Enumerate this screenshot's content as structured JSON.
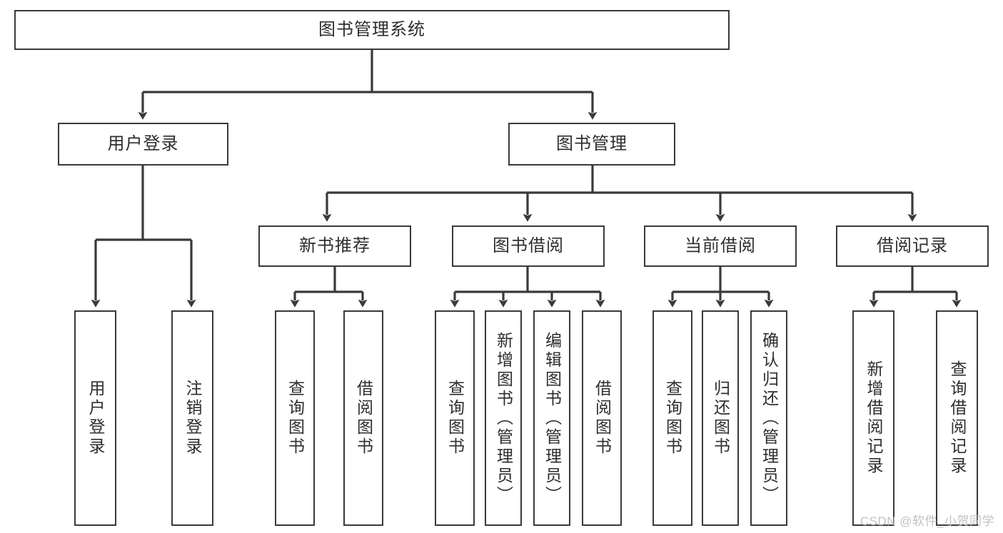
{
  "diagram": {
    "type": "tree-hierarchy",
    "title": "图书管理系统",
    "root": {
      "id": "root",
      "label": "图书管理系统",
      "orientation": "horizontal"
    },
    "level1": [
      {
        "id": "user-login",
        "label": "用户登录",
        "orientation": "horizontal"
      },
      {
        "id": "book-management",
        "label": "图书管理",
        "orientation": "horizontal"
      }
    ],
    "level2": [
      {
        "id": "new-book-recommend",
        "label": "新书推荐",
        "orientation": "horizontal",
        "parent": "book-management"
      },
      {
        "id": "book-borrow",
        "label": "图书借阅",
        "orientation": "horizontal",
        "parent": "book-management"
      },
      {
        "id": "current-borrow",
        "label": "当前借阅",
        "orientation": "horizontal",
        "parent": "book-management"
      },
      {
        "id": "borrow-record",
        "label": "借阅记录",
        "orientation": "horizontal",
        "parent": "book-management"
      }
    ],
    "leaves": [
      {
        "id": "leaf-user-login",
        "label": "用户登录",
        "orientation": "vertical",
        "parent": "user-login"
      },
      {
        "id": "leaf-logout-login",
        "label": "注销登录",
        "orientation": "vertical",
        "parent": "user-login"
      },
      {
        "id": "leaf-query-book-1",
        "label": "查询图书",
        "orientation": "vertical",
        "parent": "new-book-recommend"
      },
      {
        "id": "leaf-borrow-book-1",
        "label": "借阅图书",
        "orientation": "vertical",
        "parent": "new-book-recommend"
      },
      {
        "id": "leaf-query-book-2",
        "label": "查询图书",
        "orientation": "vertical",
        "parent": "book-borrow"
      },
      {
        "id": "leaf-add-book",
        "label": "新增图书（管理员）",
        "orientation": "vertical",
        "parent": "book-borrow"
      },
      {
        "id": "leaf-edit-book",
        "label": "编辑图书（管理员）",
        "orientation": "vertical",
        "parent": "book-borrow"
      },
      {
        "id": "leaf-borrow-book-2",
        "label": "借阅图书",
        "orientation": "vertical",
        "parent": "book-borrow"
      },
      {
        "id": "leaf-query-book-3",
        "label": "查询图书",
        "orientation": "vertical",
        "parent": "current-borrow"
      },
      {
        "id": "leaf-return-book",
        "label": "归还图书",
        "orientation": "vertical",
        "parent": "current-borrow"
      },
      {
        "id": "leaf-confirm-return",
        "label": "确认归还（管理员）",
        "orientation": "vertical",
        "parent": "current-borrow"
      },
      {
        "id": "leaf-add-record",
        "label": "新增借阅记录",
        "orientation": "vertical",
        "parent": "borrow-record"
      },
      {
        "id": "leaf-query-record",
        "label": "查询借阅记录",
        "orientation": "vertical",
        "parent": "borrow-record"
      }
    ],
    "watermark": "CSDN @软件_小贺同学",
    "colors": {
      "line": "#3a3a3a",
      "box_border": "#3a3a3a",
      "box_fill": "#ffffff",
      "text": "#2e2e2e",
      "watermark": "#c2c2c2",
      "background": "#ffffff"
    }
  }
}
